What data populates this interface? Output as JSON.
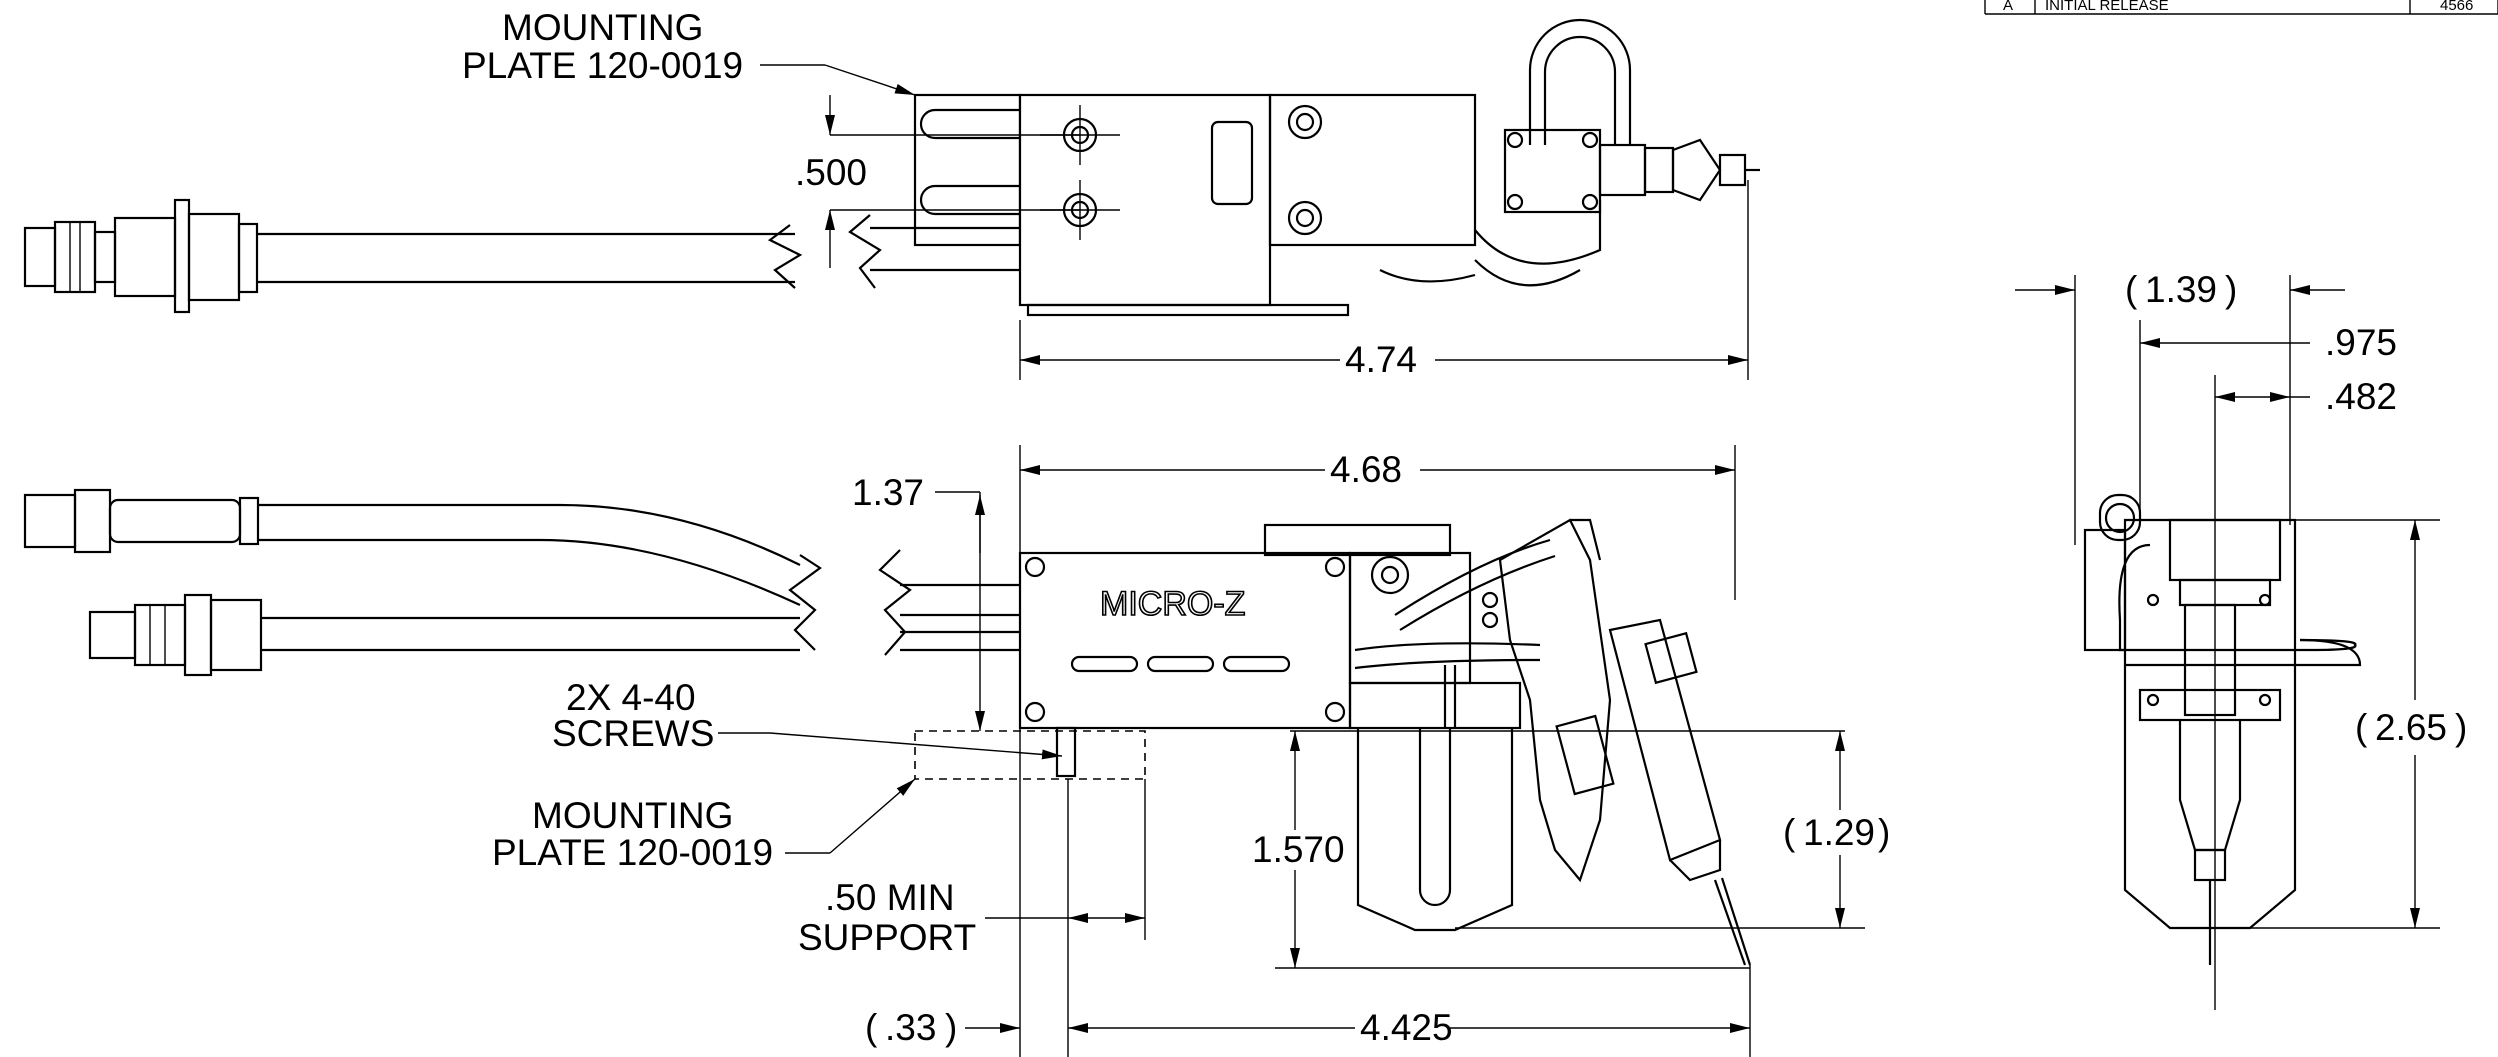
{
  "revision_table": {
    "rev": "A",
    "description": "INITIAL RELEASE",
    "ref": "4566"
  },
  "top_view": {
    "mounting_plate": {
      "line1": "MOUNTING",
      "line2": "PLATE 120-0019"
    },
    "dim_500": ".500",
    "dim_474": "4.74"
  },
  "front_view": {
    "dim_137": "1.37",
    "dim_468": "4.68",
    "brand": "MICRO-Z",
    "screws": {
      "line1": "2X 4-40",
      "line2": "SCREWS"
    },
    "mounting_plate": {
      "line1": "MOUNTING",
      "line2": "PLATE 120-0019"
    },
    "dim_1570": "1.570",
    "support": {
      "line1": ".50 MIN",
      "line2": "SUPPORT"
    },
    "dim_129": "1.29",
    "dim_033": ".33",
    "dim_4425": "4.425"
  },
  "side_view": {
    "dim_139": "1.39",
    "dim_975": ".975",
    "dim_482": ".482",
    "dim_265": "2.65"
  }
}
